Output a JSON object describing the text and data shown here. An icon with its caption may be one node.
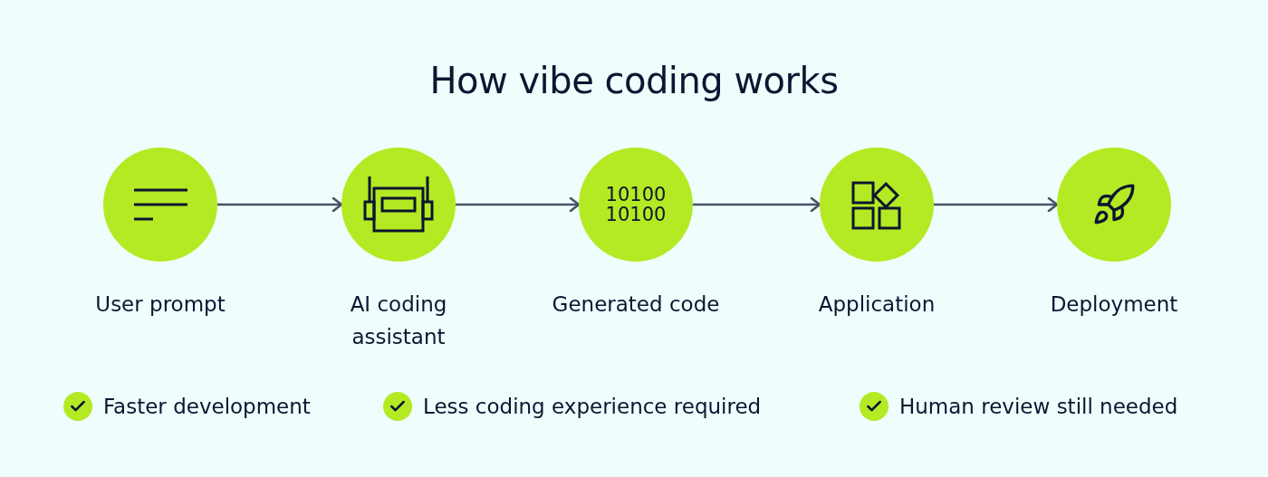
{
  "diagram": {
    "title": "How vibe coding works",
    "nodes": [
      {
        "text": [
          "User prompt"
        ]
      },
      {
        "text": [
          "AI coding assistant"
        ]
      },
      {
        "text": [
          "10100 10100",
          "Generated code"
        ]
      },
      {
        "text": [
          "Application"
        ]
      },
      {
        "text": [
          "Deployment"
        ]
      }
    ],
    "edges": [
      {
        "from": 0,
        "to": 1,
        "arrow": "to"
      },
      {
        "from": 1,
        "to": 2,
        "arrow": "to"
      },
      {
        "from": 2,
        "to": 3,
        "arrow": "to"
      },
      {
        "from": 3,
        "to": 4,
        "arrow": "to"
      }
    ],
    "labels": [
      "Faster development",
      "Less coding experience required",
      "Human review still needed"
    ]
  }
}
